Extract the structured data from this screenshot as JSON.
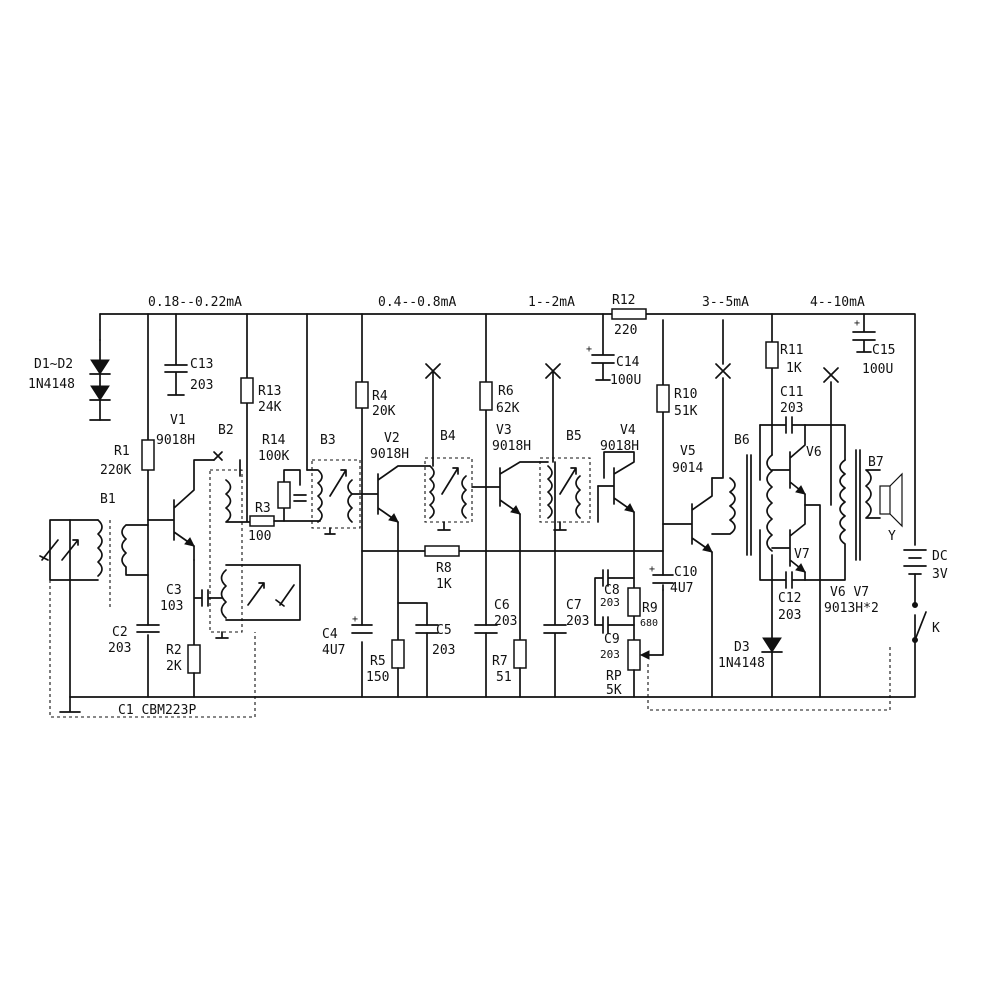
{
  "currents": {
    "stage1": "0.18--0.22mA",
    "stage2": "0.4--0.8mA",
    "stage3": "1--2mA",
    "stage4": "3--5mA",
    "stage5": "4--10mA"
  },
  "components": {
    "d1d2_ref": "D1~D2",
    "d1d2_val": "1N4148",
    "c13_ref": "C13",
    "c13_val": "203",
    "r13_ref": "R13",
    "r13_val": "24K",
    "r14_ref": "R14",
    "r14_val": "100K",
    "r1_ref": "R1",
    "r1_val": "220K",
    "v1_ref": "V1",
    "v1_val": "9018H",
    "b1_ref": "B1",
    "b2_ref": "B2",
    "b3_ref": "B3",
    "b4_ref": "B4",
    "b5_ref": "B5",
    "b6_ref": "B6",
    "b7_ref": "B7",
    "r3_ref": "R3",
    "r3_val": "100",
    "r4_ref": "R4",
    "r4_val": "20K",
    "v2_ref": "V2",
    "v2_val": "9018H",
    "r6_ref": "R6",
    "r6_val": "62K",
    "v3_ref": "V3",
    "v3_val": "9018H",
    "v4_ref": "V4",
    "v4_val": "9018H",
    "r12_ref": "R12",
    "r12_val": "220",
    "c14_ref": "C14",
    "c14_val": "100U",
    "r10_ref": "R10",
    "r10_val": "51K",
    "v5_ref": "V5",
    "v5_val": "9014",
    "r11_ref": "R11",
    "r11_val": "1K",
    "c11_ref": "C11",
    "c11_val": "203",
    "c15_ref": "C15",
    "c15_val": "100U",
    "v6_ref": "V6",
    "v7_ref": "V7",
    "v6v7_ref": "V6 V7",
    "v6v7_val": "9013H*2",
    "c3_ref": "C3",
    "c3_val": "103",
    "c2_ref": "C2",
    "c2_val": "203",
    "r2_ref": "R2",
    "r2_val": "2K",
    "c1_label": "C1 CBM223P",
    "r8_ref": "R8",
    "r8_val": "1K",
    "c4_ref": "C4",
    "c4_val": "4U7",
    "c5_ref": "C5",
    "c5_val": "203",
    "r5_ref": "R5",
    "r5_val": "150",
    "c6_ref": "C6",
    "c6_val": "203",
    "r7_ref": "R7",
    "r7_val": "51",
    "c7_ref": "C7",
    "c7_val": "203",
    "c8_ref": "C8",
    "c8_val": "203",
    "r9_ref": "R9",
    "r9_val": "680",
    "c9_ref": "C9",
    "c9_val": "203",
    "rp_ref": "RP",
    "rp_val": "5K",
    "c10_ref": "C10",
    "c10_val": "4U7",
    "c12_ref": "C12",
    "c12_val": "203",
    "d3_ref": "D3",
    "d3_val": "1N4148",
    "dc_ref": "DC",
    "dc_val": "3V",
    "k_ref": "K",
    "y_ref": "Y"
  },
  "colors": {
    "ink": "#111111",
    "paper": "#ffffff"
  }
}
